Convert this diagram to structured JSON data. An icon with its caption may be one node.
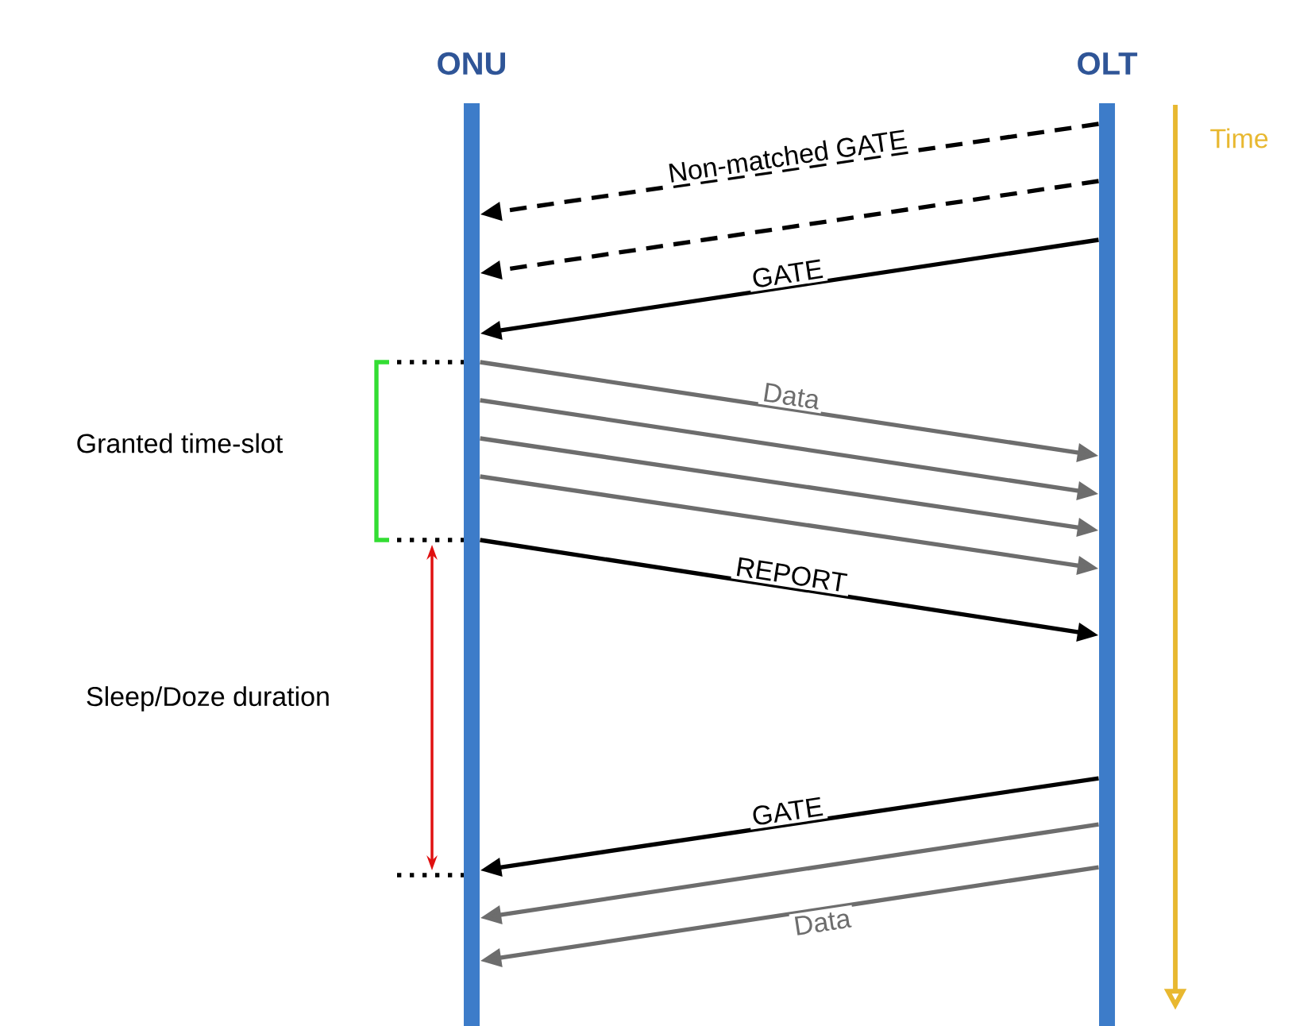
{
  "diagram": {
    "nodes": [
      {
        "text": [
          "ONU"
        ]
      },
      {
        "text": [
          "OLT"
        ]
      }
    ],
    "edges": [
      {
        "from": 1,
        "to": 0,
        "arrow": "to",
        "label": "Non-matched GATE",
        "style": "dashed",
        "color": "#000000"
      },
      {
        "from": 1,
        "to": 0,
        "arrow": "to",
        "style": "dashed",
        "color": "#000000"
      },
      {
        "from": 1,
        "to": 0,
        "arrow": "to",
        "label": "GATE",
        "color": "#000000"
      },
      {
        "from": 0,
        "to": 1,
        "arrow": "to",
        "label": "Data"
      },
      {
        "from": 0,
        "to": 1,
        "arrow": "to"
      },
      {
        "from": 0,
        "to": 1,
        "arrow": "to"
      },
      {
        "from": 0,
        "to": 1,
        "arrow": "to"
      },
      {
        "from": 0,
        "to": 1,
        "arrow": "to",
        "label": "REPORT",
        "color": "#000000"
      },
      {
        "from": 1,
        "to": 0,
        "arrow": "to",
        "label": "GATE",
        "color": "#000000"
      },
      {
        "from": 1,
        "to": 0,
        "arrow": "to"
      },
      {
        "from": 1,
        "to": 0,
        "arrow": "to",
        "label": "Data"
      }
    ],
    "labels": [
      "Time",
      "Granted time-slot",
      "Sleep/Doze duration"
    ]
  }
}
